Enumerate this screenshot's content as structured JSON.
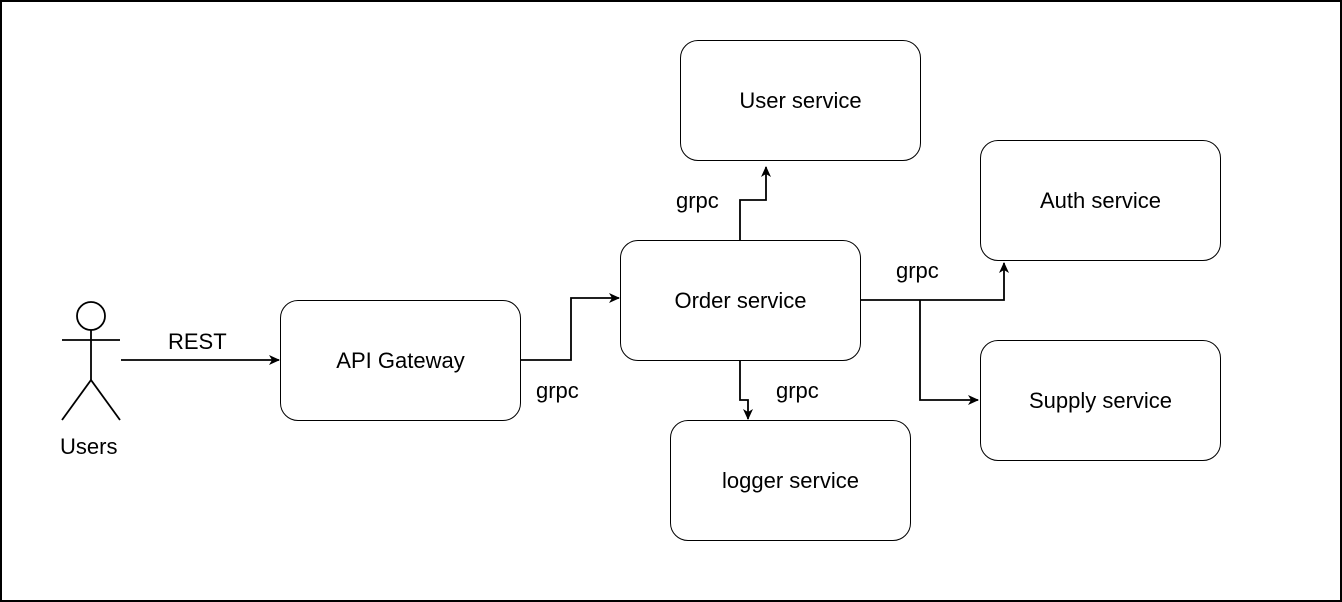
{
  "actor": {
    "label": "Users"
  },
  "nodes": {
    "api_gateway": "API Gateway",
    "order_service": "Order service",
    "user_service": "User service",
    "auth_service": "Auth service",
    "supply_service": "Supply service",
    "logger_service": "logger service"
  },
  "edges": {
    "users_to_gateway": "REST",
    "gateway_to_order": "grpc",
    "order_to_user": "grpc",
    "order_to_auth_supply": "grpc",
    "order_to_logger": "grpc"
  },
  "colors": {
    "stroke": "#000000",
    "background": "#ffffff"
  }
}
